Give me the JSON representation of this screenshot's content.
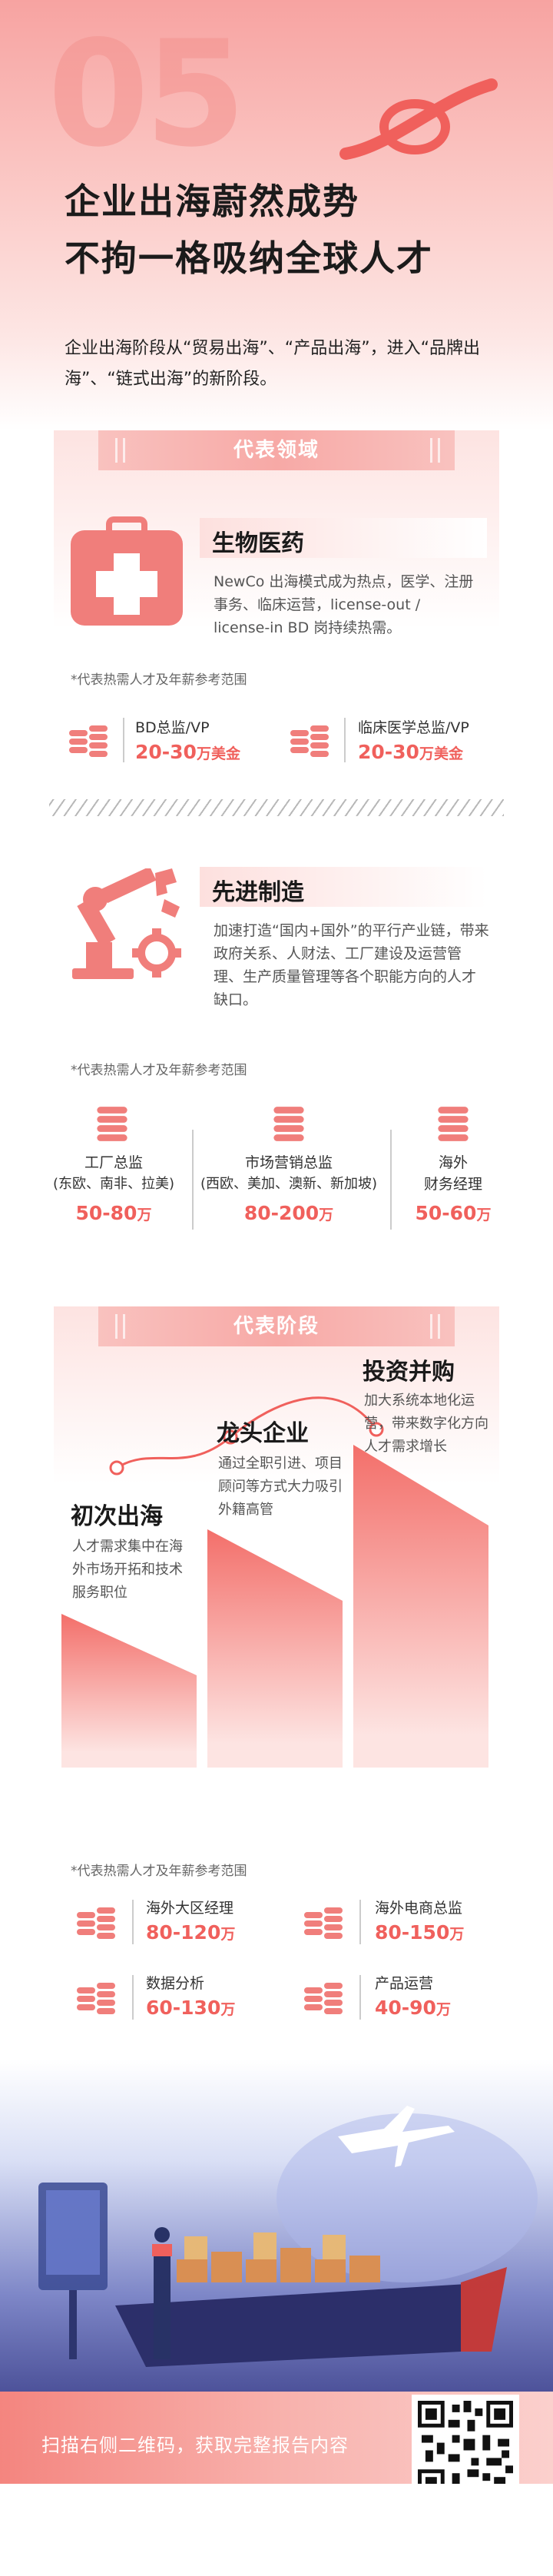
{
  "header": {
    "big_number": "05",
    "title_line1": "企业出海蔚然成势",
    "title_line2": "不拘一格吸纳全球人才",
    "intro": "企业出海阶段从“贸易出海”、“产品出海”，进入“品牌出海”、“链式出海”的新阶段。"
  },
  "section_fields": {
    "banner": "代表领域",
    "note_label": "*代表热需人才及年薪参考范围",
    "biomed": {
      "icon": "medical-kit-icon",
      "title": "生物医药",
      "desc": "NewCo 出海模式成为热点，医学、注册事务、临床运营，license-out / license-in BD 岗持续热需。",
      "roles": [
        {
          "name": "BD总监/VP",
          "salary": "20-30",
          "unit": "万美金"
        },
        {
          "name": "临床医学总监/VP",
          "salary": "20-30",
          "unit": "万美金"
        }
      ]
    },
    "manufacturing": {
      "icon": "robot-arm-icon",
      "title": "先进制造",
      "desc": "加速打造“国内+国外”的平行产业链，带来政府关系、人财法、工厂建设及运营管理、生产质量管理等各个职能方向的人才缺口。",
      "roles": [
        {
          "name": "工厂总监",
          "sub": "(东欧、南非、拉美)",
          "salary": "50-80",
          "unit": "万"
        },
        {
          "name": "市场营销总监",
          "sub": "(西欧、美加、澳新、新加坡)",
          "salary": "80-200",
          "unit": "万"
        },
        {
          "name": "海外",
          "sub": "财务经理",
          "salary": "50-60",
          "unit": "万"
        }
      ]
    }
  },
  "section_stages": {
    "banner": "代表阶段",
    "stages": [
      {
        "title": "初次出海",
        "desc": "人才需求集中在海外市场开拓和技术服务职位"
      },
      {
        "title": "龙头企业",
        "desc": "通过全职引进、项目顾问等方式大力吸引外籍高管"
      },
      {
        "title": "投资并购",
        "desc": "加大系统本地化运营，带来数字化方向人才需求增长"
      }
    ],
    "note_label": "*代表热需人才及年薪参考范围",
    "roles": [
      {
        "name": "海外大区经理",
        "salary": "80-120",
        "unit": "万"
      },
      {
        "name": "海外电商总监",
        "salary": "80-150",
        "unit": "万"
      },
      {
        "name": "数据分析",
        "salary": "60-130",
        "unit": "万"
      },
      {
        "name": "产品运营",
        "salary": "40-90",
        "unit": "万"
      }
    ]
  },
  "footer": {
    "cta": "扫描右侧二维码，获取完整报告内容",
    "qr_icon": "qr-code-icon"
  },
  "colors": {
    "accent": "#f0605c",
    "pink": "#f7a3a1",
    "icon": "#f07e7b"
  }
}
